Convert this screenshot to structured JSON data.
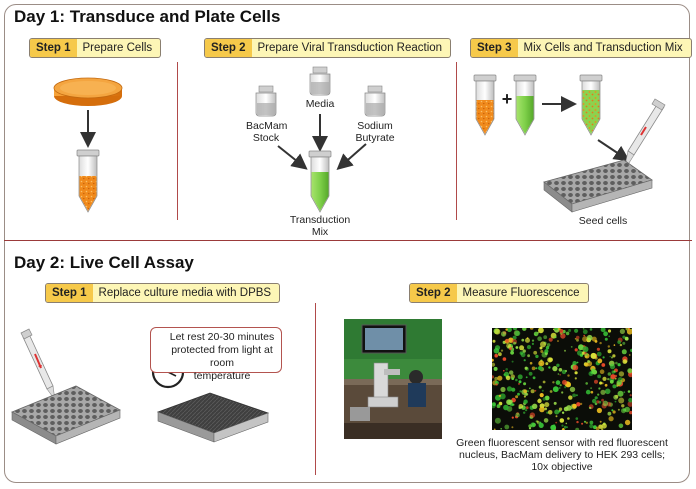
{
  "day1": {
    "title": "Day 1: Transduce and Plate Cells",
    "steps": [
      {
        "num": "Step 1",
        "label": "Prepare Cells"
      },
      {
        "num": "Step 2",
        "label": "Prepare Viral Transduction Reaction"
      },
      {
        "num": "Step 3",
        "label": "Mix Cells and Transduction Mix"
      }
    ],
    "bottles": {
      "bacmam_line1": "BacMam",
      "bacmam_line2": "Stock",
      "media": "Media",
      "sodium_line1": "Sodium",
      "sodium_line2": "Butyrate"
    },
    "transduction_line1": "Transduction",
    "transduction_line2": "Mix",
    "plus": "+",
    "seed": "Seed cells"
  },
  "day2": {
    "title": "Day 2: Live Cell Assay",
    "steps": [
      {
        "num": "Step 1",
        "label": "Replace culture media with DPBS"
      },
      {
        "num": "Step 2",
        "label": "Measure Fluorescence"
      }
    ],
    "note_line1": "Let rest 20-30 minutes",
    "note_line2": "protected from light at room",
    "note_line3": "temperature",
    "caption_line1": "Green fluorescent sensor with red fluorescent",
    "caption_line2": "nucleus, BacMam delivery to HEK 293 cells;",
    "caption_line3": "10x objective"
  },
  "colors": {
    "border": "#9b8d86",
    "separator": "#9b3a3a",
    "step_bg": "#fdf6b6",
    "step_num_bg": "#f6c94a",
    "orange_cells": "#f08a1c",
    "green_mix": "#7fd04a"
  }
}
